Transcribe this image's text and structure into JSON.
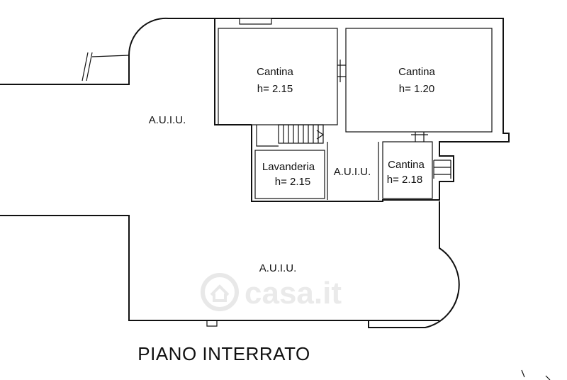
{
  "rooms": [
    {
      "name": "Cantina",
      "height": "h= 2.15"
    },
    {
      "name": "Cantina",
      "height": "h= 1.20"
    },
    {
      "name": "Lavanderia",
      "height": "h= 2.15"
    },
    {
      "name": "Cantina",
      "height": "h= 2.18"
    }
  ],
  "areas": {
    "top_left": "A.U.I.U.",
    "center": "A.U.I.U.",
    "bottom": "A.U.I.U."
  },
  "plan_title": "PIANO INTERRATO",
  "watermark": "casa.it"
}
